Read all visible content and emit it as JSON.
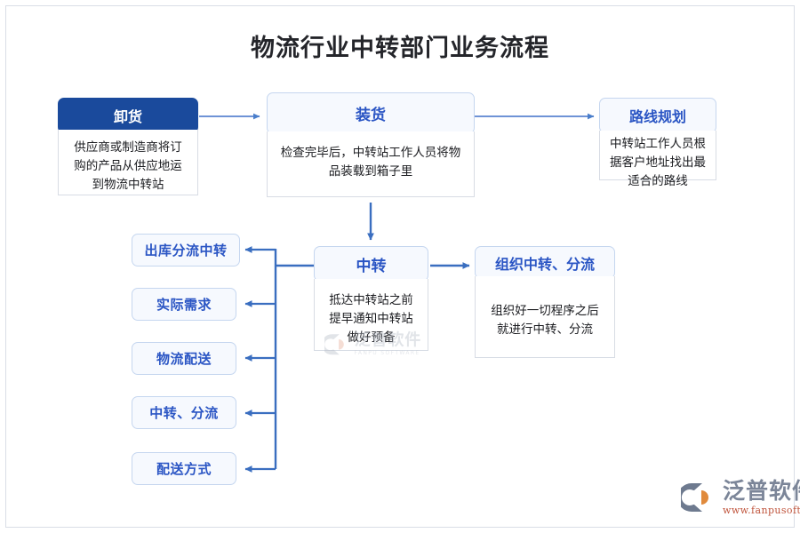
{
  "page": {
    "title": "物流行业中转部门业务流程",
    "accent_blue": "#2a55c4",
    "primary_fill": "#1a4a9c",
    "light_fill": "#f6f9fe",
    "border_blue": "#c5d6ef",
    "connector_color": "#4a7ecb"
  },
  "nodes": {
    "unload": {
      "title": "卸货",
      "body": "供应商或制造商将订购的产品从供应地运到物流中转站",
      "style": "filled"
    },
    "load": {
      "title": "装货",
      "body": "检查完毕后，中转站工作人员将物品装载到箱子里",
      "style": "light"
    },
    "route_plan": {
      "title": "路线规划",
      "body": "中转站工作人员根据客户地址找出最适合的路线",
      "style": "light"
    },
    "transfer": {
      "title": "中转",
      "body": "抵达中转站之前提早通知中转站做好预备",
      "style": "light"
    },
    "organize": {
      "title": "组织中转、分流",
      "body": "组织好一切程序之后就进行中转、分流",
      "style": "light"
    }
  },
  "branches": [
    {
      "label": "出库分流中转"
    },
    {
      "label": "实际需求"
    },
    {
      "label": "物流配送"
    },
    {
      "label": "中转、分流"
    },
    {
      "label": "配送方式"
    }
  ],
  "watermarks": {
    "center": {
      "cn": "泛普软件",
      "en": "FANPU SOFTWARE"
    }
  },
  "logo": {
    "cn": "泛普软件",
    "url": "www.fanpusoft.com"
  }
}
